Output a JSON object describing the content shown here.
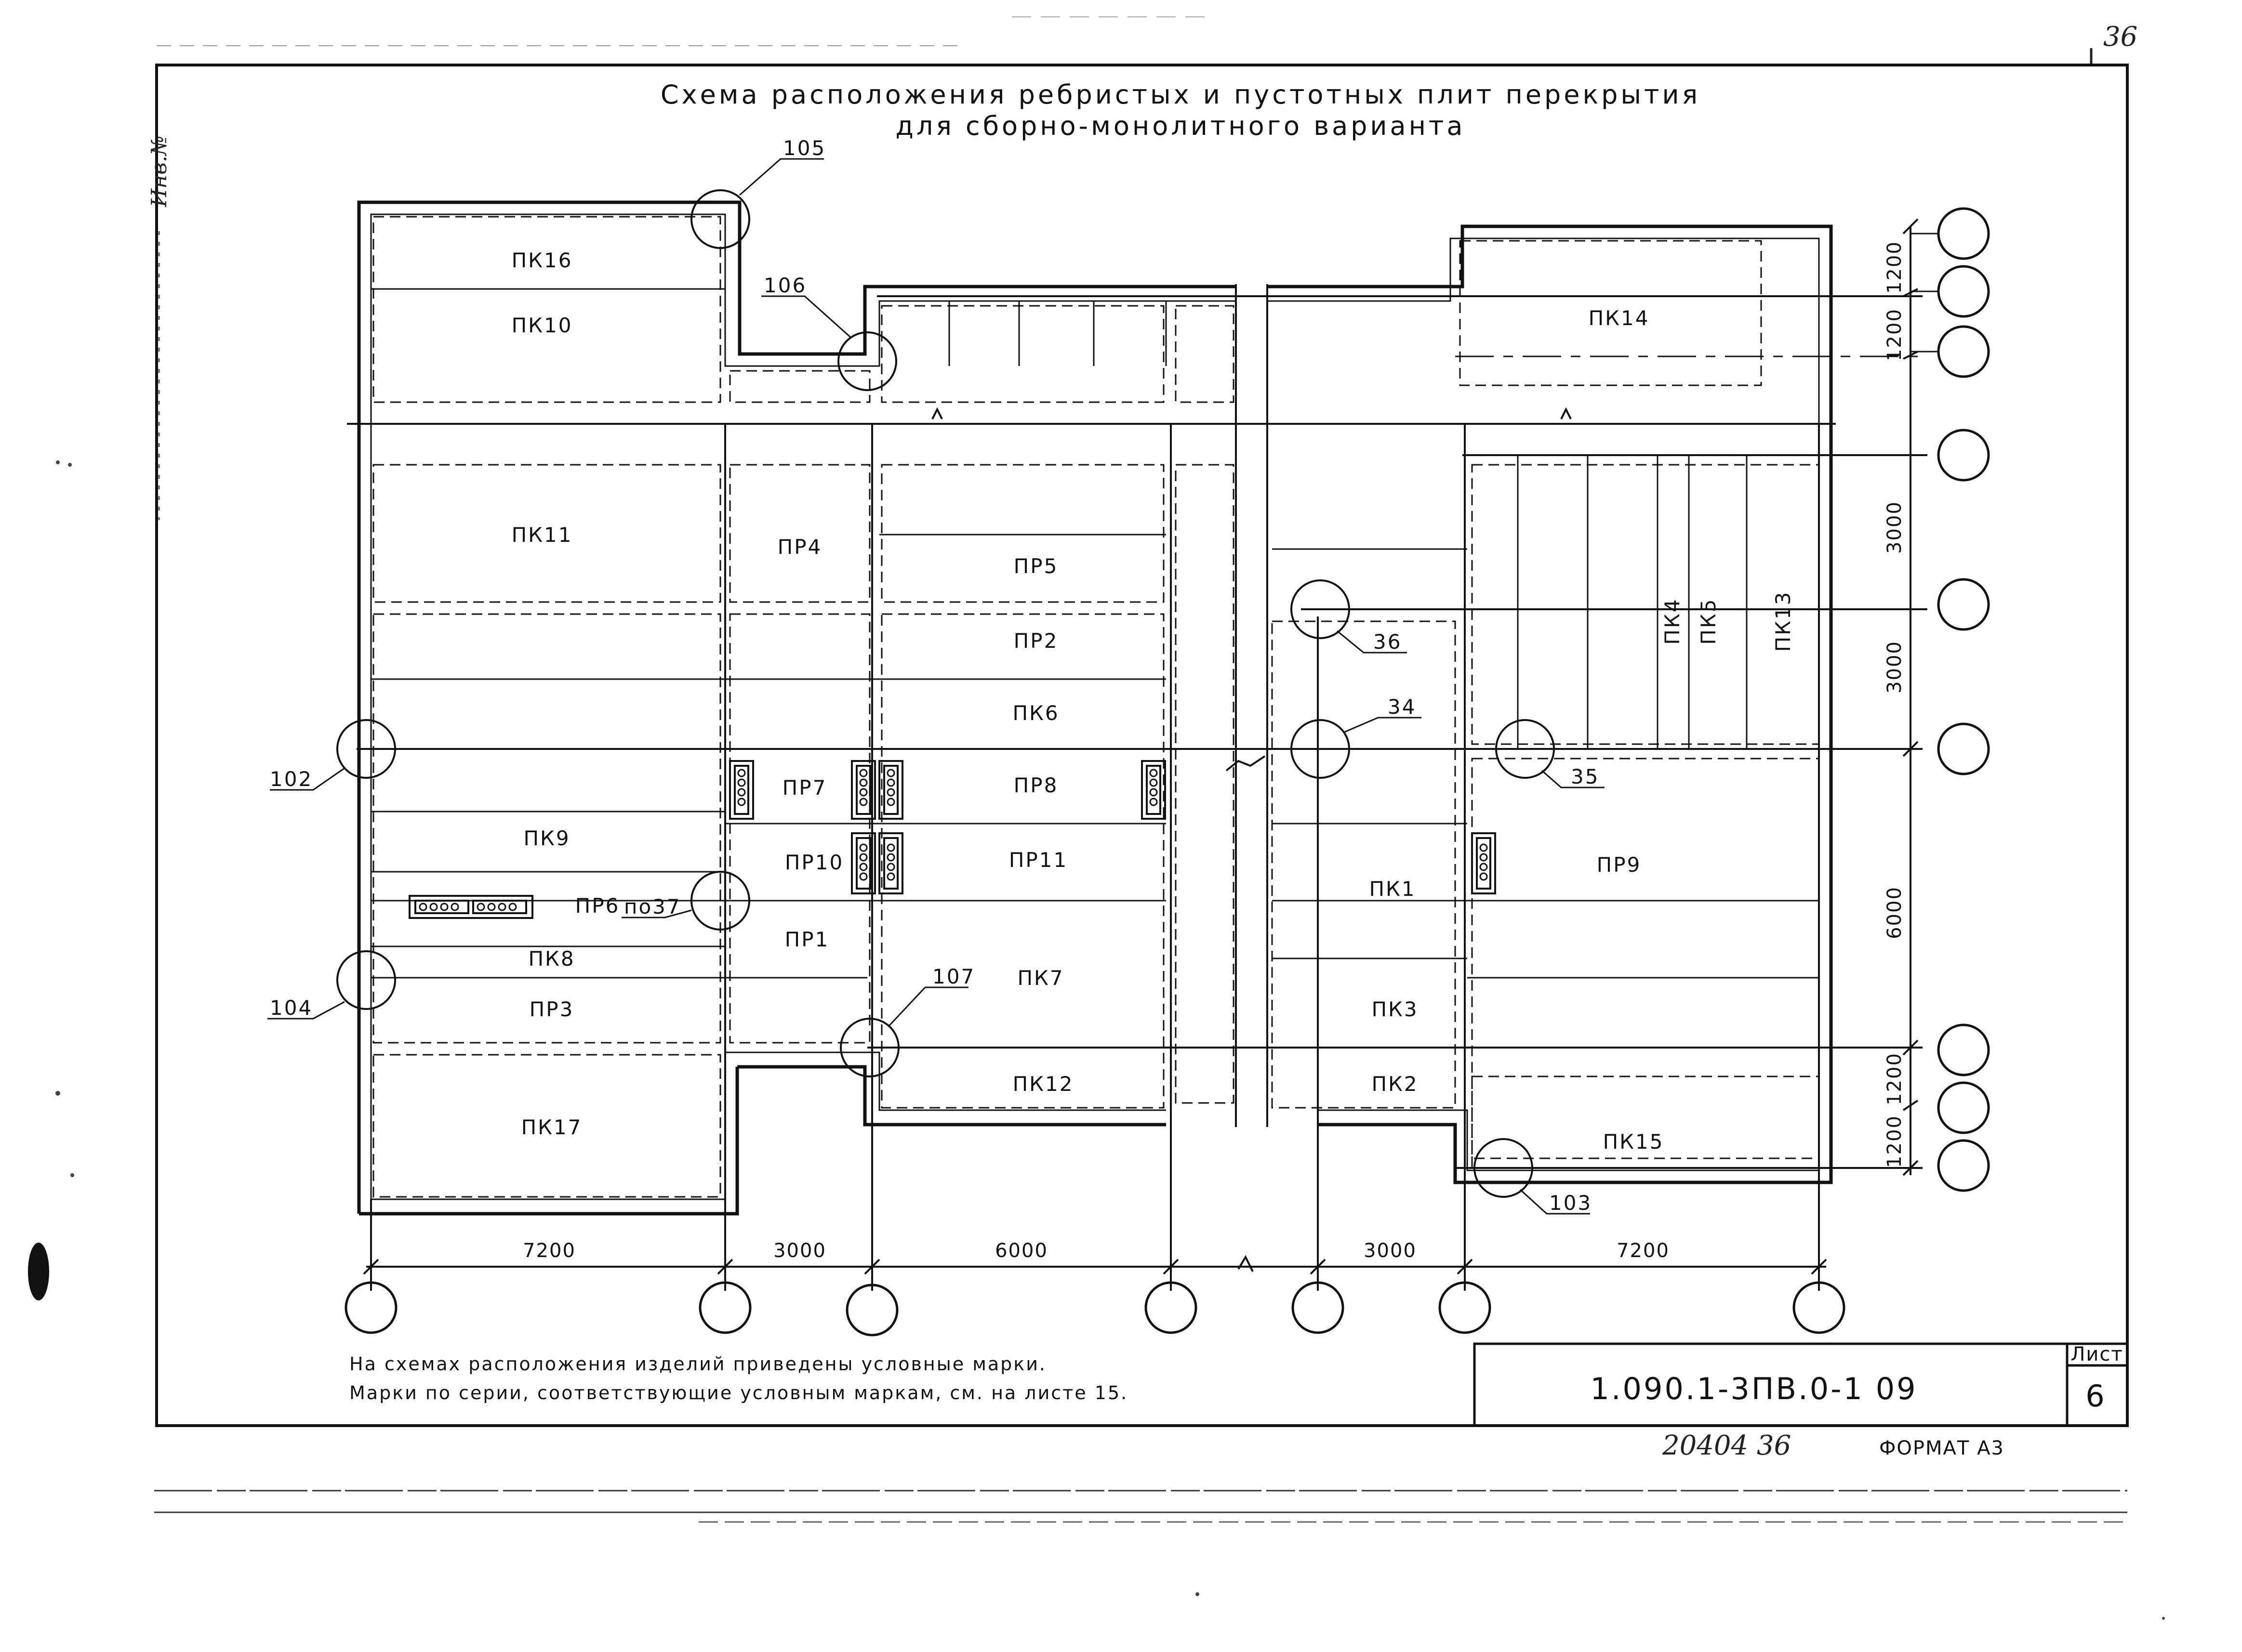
{
  "sheet_number_top": "36",
  "title": {
    "line1": "Схема расположения ребристых и пустотных плит перекрытия",
    "line2": "для сборно-монолитного варианта"
  },
  "panels": {
    "pk16": "ПК16",
    "pk10": "ПК10",
    "pk14": "ПК14",
    "pk11": "ПК11",
    "pr4": "ПР4",
    "pr5": "ПР5",
    "pr2": "ПР2",
    "pk6": "ПК6",
    "pr7": "ПР7",
    "pr8": "ПР8",
    "pk9": "ПК9",
    "pr10": "ПР10",
    "pr11": "ПР11",
    "pr6": "ПР6",
    "pr1": "ПР1",
    "pk8": "ПК8",
    "pk7": "ПК7",
    "pr3": "ПР3",
    "pk12": "ПК12",
    "pk17": "ПК17",
    "pk1": "ПК1",
    "pk3": "ПК3",
    "pk2": "ПК2",
    "pk15": "ПК15",
    "pr9": "ПР9",
    "pk4": "ПК4",
    "pk5": "ПК5",
    "pk13": "ПК13"
  },
  "callouts": {
    "c105": "105",
    "c106": "106",
    "c36": "36",
    "c34": "34",
    "c102": "102",
    "c35": "35",
    "c37": "по37",
    "c107": "107",
    "c104": "104",
    "c103": "103"
  },
  "dims_vertical": [
    "1200",
    "1200",
    "3000",
    "3000",
    "6000",
    "1200",
    "1200"
  ],
  "dims_horizontal": [
    "7200",
    "3000",
    "6000",
    "3000",
    "7200"
  ],
  "notes": {
    "line1": "На схемах расположения изделий приведены условные марки.",
    "line2": "Марки по серии, соответствующие условным маркам, см. на листе 15."
  },
  "title_block": {
    "code": "1.090.1-3ПВ.0-1   09",
    "sheet_label": "Лист",
    "sheet_value": "6"
  },
  "footer": {
    "handwritten": "20404 36",
    "format": "ФОРМАТ А3"
  },
  "margin_handwritten": "Инв.№"
}
